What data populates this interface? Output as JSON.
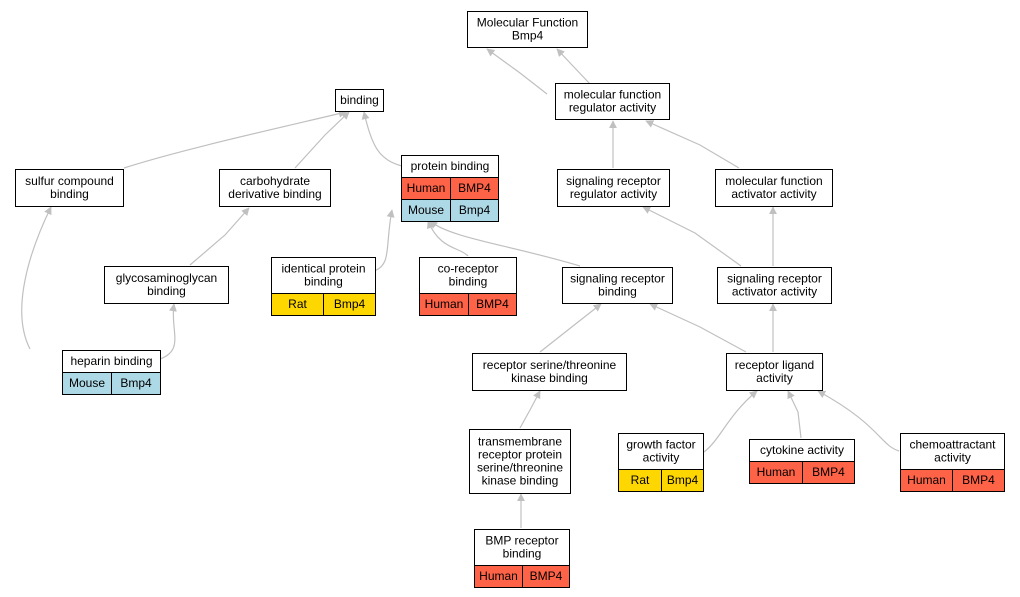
{
  "colors": {
    "node_border": "#000000",
    "node_fill": "#ffffff",
    "edge": "#c0c0c0",
    "human": "#ff6347",
    "mouse": "#add8e6",
    "rat": "#ffd700"
  },
  "nodes": [
    {
      "id": "root",
      "lines": [
        "Molecular Function",
        "Bmp4"
      ],
      "annotations": []
    },
    {
      "id": "binding",
      "lines": [
        "binding"
      ],
      "annotations": []
    },
    {
      "id": "mfra",
      "lines": [
        "molecular function",
        "regulator activity"
      ],
      "annotations": []
    },
    {
      "id": "sulfur",
      "lines": [
        "sulfur compound",
        "binding"
      ],
      "annotations": []
    },
    {
      "id": "carb",
      "lines": [
        "carbohydrate",
        "derivative binding"
      ],
      "annotations": []
    },
    {
      "id": "protein",
      "lines": [
        "protein binding"
      ],
      "annotations": [
        {
          "species": "human",
          "cells": [
            "Human",
            "BMP4"
          ]
        },
        {
          "species": "mouse",
          "cells": [
            "Mouse",
            "Bmp4"
          ]
        }
      ]
    },
    {
      "id": "srra",
      "lines": [
        "signaling receptor",
        "regulator activity"
      ],
      "annotations": []
    },
    {
      "id": "mfaa",
      "lines": [
        "molecular function",
        "activator activity"
      ],
      "annotations": []
    },
    {
      "id": "gag",
      "lines": [
        "glycosaminoglycan",
        "binding"
      ],
      "annotations": []
    },
    {
      "id": "identical",
      "lines": [
        "identical protein",
        "binding"
      ],
      "annotations": [
        {
          "species": "rat",
          "cells": [
            "Rat",
            "Bmp4"
          ]
        }
      ]
    },
    {
      "id": "coreceptor",
      "lines": [
        "co-receptor",
        "binding"
      ],
      "annotations": [
        {
          "species": "human",
          "cells": [
            "Human",
            "BMP4"
          ]
        }
      ]
    },
    {
      "id": "srb",
      "lines": [
        "signaling receptor",
        "binding"
      ],
      "annotations": []
    },
    {
      "id": "sraa",
      "lines": [
        "signaling receptor",
        "activator activity"
      ],
      "annotations": []
    },
    {
      "id": "heparin",
      "lines": [
        "heparin binding"
      ],
      "annotations": [
        {
          "species": "mouse",
          "cells": [
            "Mouse",
            "Bmp4"
          ]
        }
      ]
    },
    {
      "id": "rstkb",
      "lines": [
        "receptor serine/threonine",
        "kinase binding"
      ],
      "annotations": []
    },
    {
      "id": "rla",
      "lines": [
        "receptor ligand",
        "activity"
      ],
      "annotations": []
    },
    {
      "id": "tmrp",
      "lines": [
        "transmembrane",
        "receptor protein",
        "serine/threonine",
        "kinase binding"
      ],
      "annotations": []
    },
    {
      "id": "gfa",
      "lines": [
        "growth factor",
        "activity"
      ],
      "annotations": [
        {
          "species": "rat",
          "cells": [
            "Rat",
            "Bmp4"
          ]
        }
      ]
    },
    {
      "id": "cytokine",
      "lines": [
        "cytokine activity"
      ],
      "annotations": [
        {
          "species": "human",
          "cells": [
            "Human",
            "BMP4"
          ]
        }
      ]
    },
    {
      "id": "chemo",
      "lines": [
        "chemoattractant",
        "activity"
      ],
      "annotations": [
        {
          "species": "human",
          "cells": [
            "Human",
            "BMP4"
          ]
        }
      ]
    },
    {
      "id": "bmprb",
      "lines": [
        "BMP receptor",
        "binding"
      ],
      "annotations": [
        {
          "species": "human",
          "cells": [
            "Human",
            "BMP4"
          ]
        }
      ]
    }
  ]
}
